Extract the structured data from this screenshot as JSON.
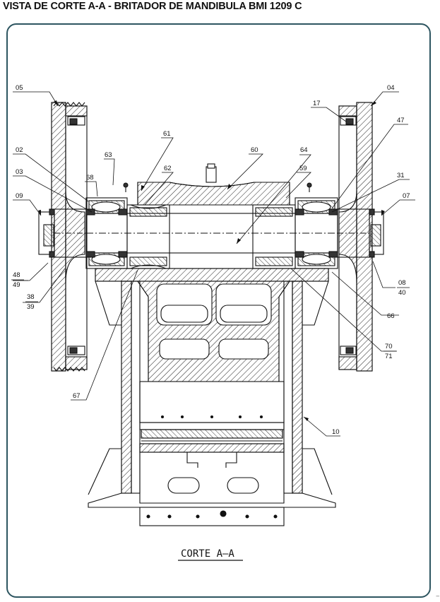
{
  "title": "VISTA DE CORTE A-A - BRITADOR DE MANDIBULA BMI 1209 C",
  "caption": "CORTE A–A",
  "side_mark": "–",
  "callouts": {
    "p05": "05",
    "p04": "04",
    "p17": "17",
    "p47": "47",
    "p61": "61",
    "p60": "60",
    "p64": "64",
    "p02": "02",
    "p63": "63",
    "p62": "62",
    "p59": "59",
    "p03": "03",
    "p68": "68",
    "p31": "31",
    "p09": "09",
    "p07": "07",
    "p48": "48",
    "p49": "49",
    "p38": "38",
    "p39": "39",
    "p08": "08",
    "p40": "40",
    "p66": "66",
    "p70": "70",
    "p71": "71",
    "p67": "67",
    "p10": "10"
  }
}
